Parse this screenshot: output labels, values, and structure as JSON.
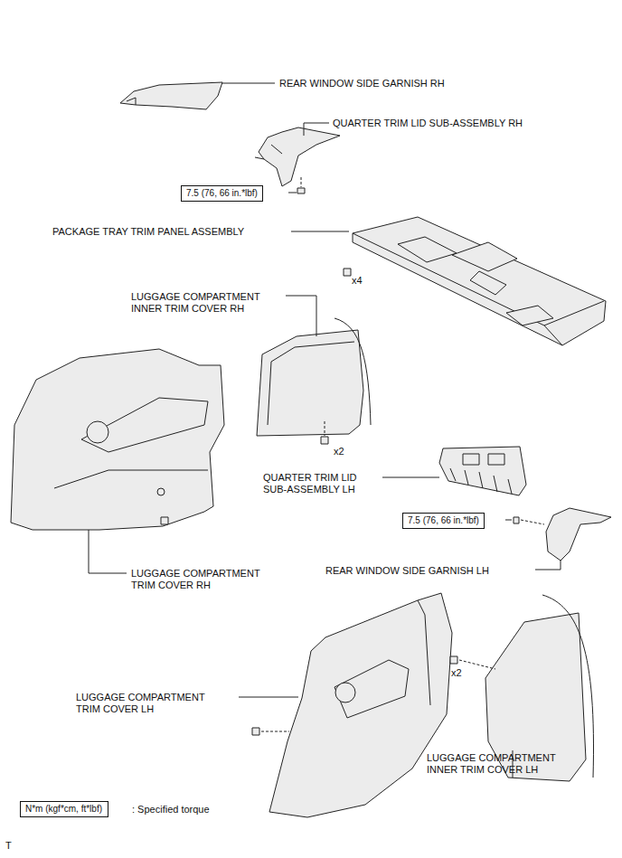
{
  "diagram": {
    "nodes": [
      {
        "text": [
          "7.5 (76, 66 in.*lbf)"
        ]
      },
      {
        "text": [
          "7.5 (76, 66 in.*lbf)"
        ]
      },
      {
        "text": [
          "N*m (kgf*cm, ft*lbf)"
        ]
      }
    ],
    "labels": [
      "REAR WINDOW SIDE GARNISH RH",
      "QUARTER TRIM LID SUB-ASSEMBLY RH",
      "PACKAGE TRAY TRIM PANEL ASSEMBLY",
      "x4",
      "LUGGAGE COMPARTMENT INNER TRIM COVER RH",
      "x2",
      "QUARTER TRIM LID SUB-ASSEMBLY LH",
      "REAR WINDOW SIDE GARNISH LH",
      "LUGGAGE COMPARTMENT TRIM COVER RH",
      "x2",
      "LUGGAGE COMPARTMENT TRIM COVER LH",
      "LUGGAGE COMPARTMENT INNER TRIM COVER LH",
      ": Specified torque",
      "T"
    ]
  }
}
